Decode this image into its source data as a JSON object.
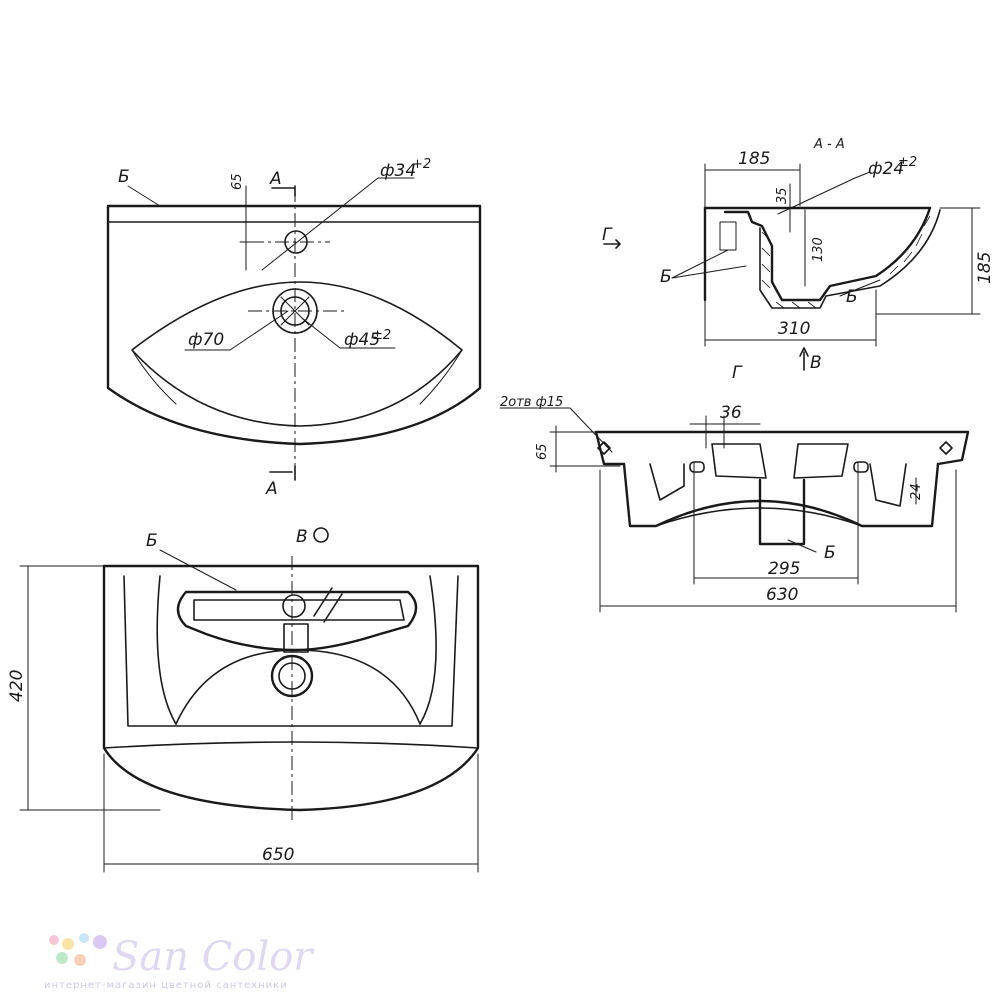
{
  "top_view": {
    "label_b": "Б",
    "section_mark_top": "А",
    "section_mark_bottom": "А",
    "dim_65": "65",
    "dim_tap_hole": "ф34",
    "dim_tap_hole_tol": "+2",
    "dim_drain": "ф70",
    "dim_drain_inner": "ф45",
    "dim_drain_inner_tol": "±2"
  },
  "section_aa": {
    "title": "А - А",
    "dim_185_top": "185",
    "dim_35": "35",
    "dim_overflow": "ф24",
    "dim_overflow_tol": "±2",
    "dim_130": "130",
    "dim_185_side": "185",
    "dim_310": "310",
    "label_b_left": "Б",
    "label_b_right": "Б",
    "view_g": "Г",
    "view_g_bottom": "Г",
    "view_v": "В"
  },
  "view_g": {
    "holes_note": "2отв ф15",
    "dim_36": "36",
    "dim_65": "65",
    "dim_24": "24",
    "dim_295": "295",
    "dim_630": "630",
    "label_b": "Б"
  },
  "view_v": {
    "title": "В",
    "label_b": "Б",
    "dim_420": "420",
    "dim_650": "650"
  },
  "logo": {
    "name": "San Color",
    "tagline": "интернет-магазин цветной сантехники",
    "dot_colors": [
      "#f6c6d8",
      "#f9e4a8",
      "#c8e6f8",
      "#d9c8f2",
      "#bfe8c8",
      "#f7d0b8"
    ]
  }
}
